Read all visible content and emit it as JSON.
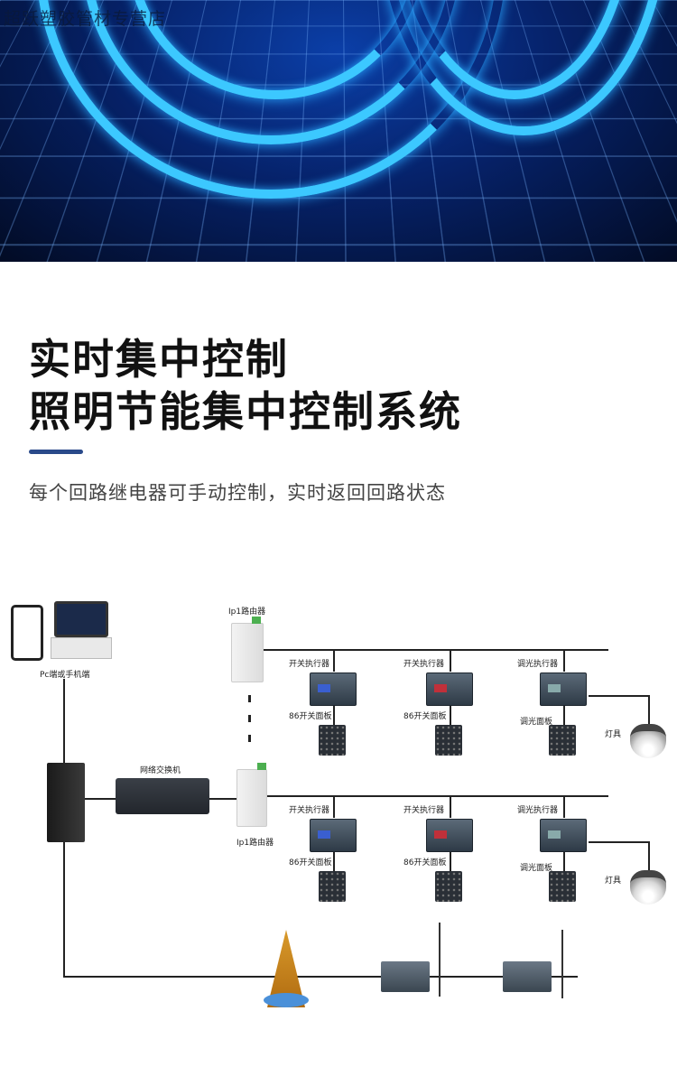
{
  "watermark": "超跃塑胶管材专营店",
  "title": {
    "line1": "实时集中控制",
    "line2": "照明节能集中控制系统"
  },
  "subtitle": "每个回路继电器可手动控制，实时返回回路状态",
  "diagram": {
    "client_label": "Pc端或手机端",
    "switch_label": "网络交换机",
    "router_top_label": "Ip1路由器",
    "router_bottom_label": "Ip1路由器",
    "rows": [
      {
        "switch_actuator_1": "开关执行器",
        "panel_1": "86开关面板",
        "switch_actuator_2": "开关执行器",
        "panel_2": "86开关面板",
        "dimmer_actuator": "调光执行器",
        "dimmer_panel": "调光面板",
        "lamp": "灯具"
      },
      {
        "switch_actuator_1": "开关执行器",
        "panel_1": "86开关面板",
        "switch_actuator_2": "开关执行器",
        "panel_2": "86开关面板",
        "dimmer_actuator": "调光执行器",
        "dimmer_panel": "调光面板",
        "lamp": "灯具"
      }
    ]
  }
}
